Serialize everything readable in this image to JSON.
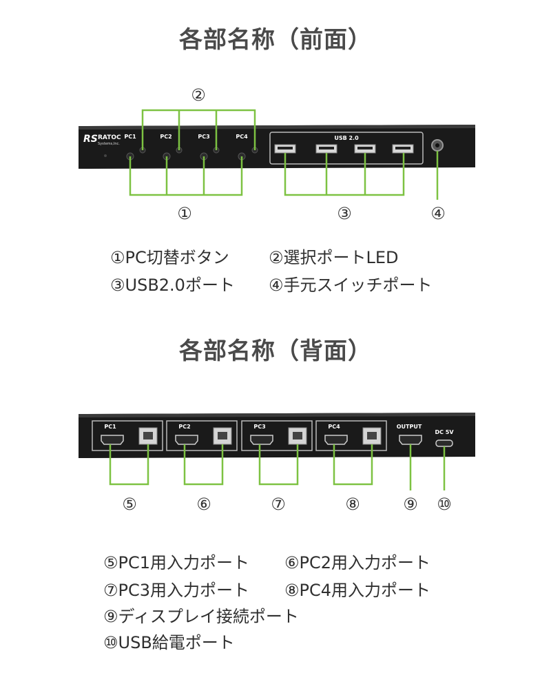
{
  "front": {
    "title": "各部名称（前面）",
    "brand": "RATOC",
    "brand_sub": "Systems,Inc.",
    "pc_labels": [
      "PC1",
      "PC2",
      "PC3",
      "PC4"
    ],
    "usb_label": "USB 2.0",
    "callouts": [
      "②",
      "①",
      "③",
      "④"
    ],
    "legend": [
      [
        "①PC切替ボタン",
        "②選択ポートLED"
      ],
      [
        "③USB2.0ポート",
        "④手元スイッチポート"
      ]
    ]
  },
  "back": {
    "title": "各部名称（背面）",
    "pc_labels": [
      "PC1",
      "PC2",
      "PC3",
      "PC4"
    ],
    "output_label": "OUTPUT",
    "dc_label": "DC 5V",
    "callouts": [
      "⑤",
      "⑥",
      "⑦",
      "⑧",
      "⑨",
      "⑩"
    ],
    "legend": [
      [
        "⑤PC1用入力ポート",
        "⑥PC2用入力ポート"
      ],
      [
        "⑦PC3用入力ポート",
        "⑧PC4用入力ポート"
      ],
      [
        "⑨ディスプレイ接続ポート"
      ],
      [
        "⑩USB給電ポート"
      ]
    ]
  },
  "colors": {
    "callout_line": "#7dc242",
    "device": "#1a1a1a",
    "title": "#4a4a4a"
  }
}
